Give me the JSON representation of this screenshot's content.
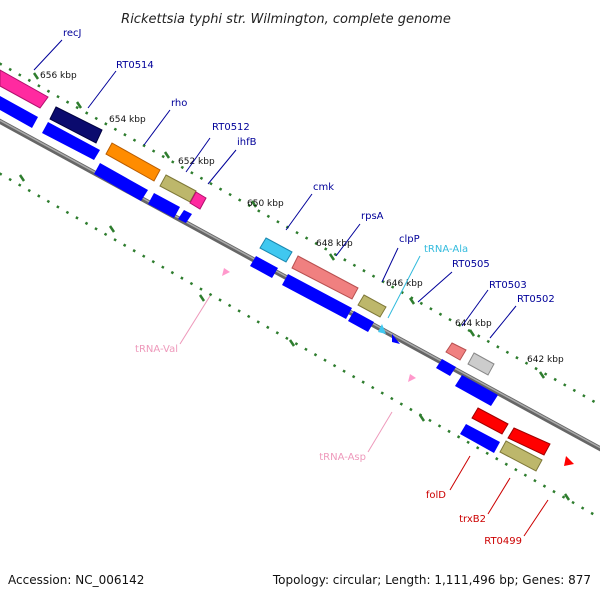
{
  "title": "Rickettsia typhi str. Wilmington, complete genome",
  "footer": {
    "accession": "Accession: NC_006142",
    "topology": "Topology: circular; Length: 1,111,496 bp; Genes: 877"
  },
  "colors": {
    "backbone": "#888888",
    "tick": "#2e7d2e",
    "cds": "#0000ff",
    "trna_label": "#ee99bb",
    "trna_blue_label": "#33bbdd",
    "label_navy": "#000099",
    "label_red": "#cc0000"
  },
  "kbp_labels": [
    "656 kbp",
    "654 kbp",
    "652 kbp",
    "650 kbp",
    "648 kbp",
    "646 kbp",
    "644 kbp",
    "642 kbp"
  ],
  "genes": [
    {
      "label": "recJ",
      "color": "#ff2aa0",
      "side": "outer"
    },
    {
      "label": "RT0514",
      "color": "#0b0b6e",
      "side": "outer"
    },
    {
      "label": "rho",
      "color": "#ff8c00",
      "side": "outer"
    },
    {
      "label": "RT0512",
      "color": "#bdb76b",
      "side": "outer"
    },
    {
      "label": "ihfB",
      "color": "#ff2aa0",
      "side": "outer"
    },
    {
      "label": "cmk",
      "color": "#40c8f0",
      "side": "outer"
    },
    {
      "label": "rpsA",
      "color": "#f08080",
      "side": "outer"
    },
    {
      "label": "clpP",
      "color": "#bdb76b",
      "side": "outer"
    },
    {
      "label": "tRNA-Ala",
      "color": "#40c8f0",
      "side": "outer"
    },
    {
      "label": "RT0505",
      "color": "#0000ff",
      "side": "outer"
    },
    {
      "label": "RT0503",
      "color": "#f08080",
      "side": "outer"
    },
    {
      "label": "RT0502",
      "color": "#cccccc",
      "side": "outer"
    },
    {
      "label": "tRNA-Val",
      "color": "#ff99cc",
      "side": "inner"
    },
    {
      "label": "tRNA-Asp",
      "color": "#ff99cc",
      "side": "inner"
    },
    {
      "label": "folD",
      "color": "#ff0000",
      "side": "inner"
    },
    {
      "label": "trxB2",
      "color": "#bdb76b",
      "side": "inner"
    },
    {
      "label": "RT0499",
      "color": "#ff0000",
      "side": "inner"
    }
  ]
}
